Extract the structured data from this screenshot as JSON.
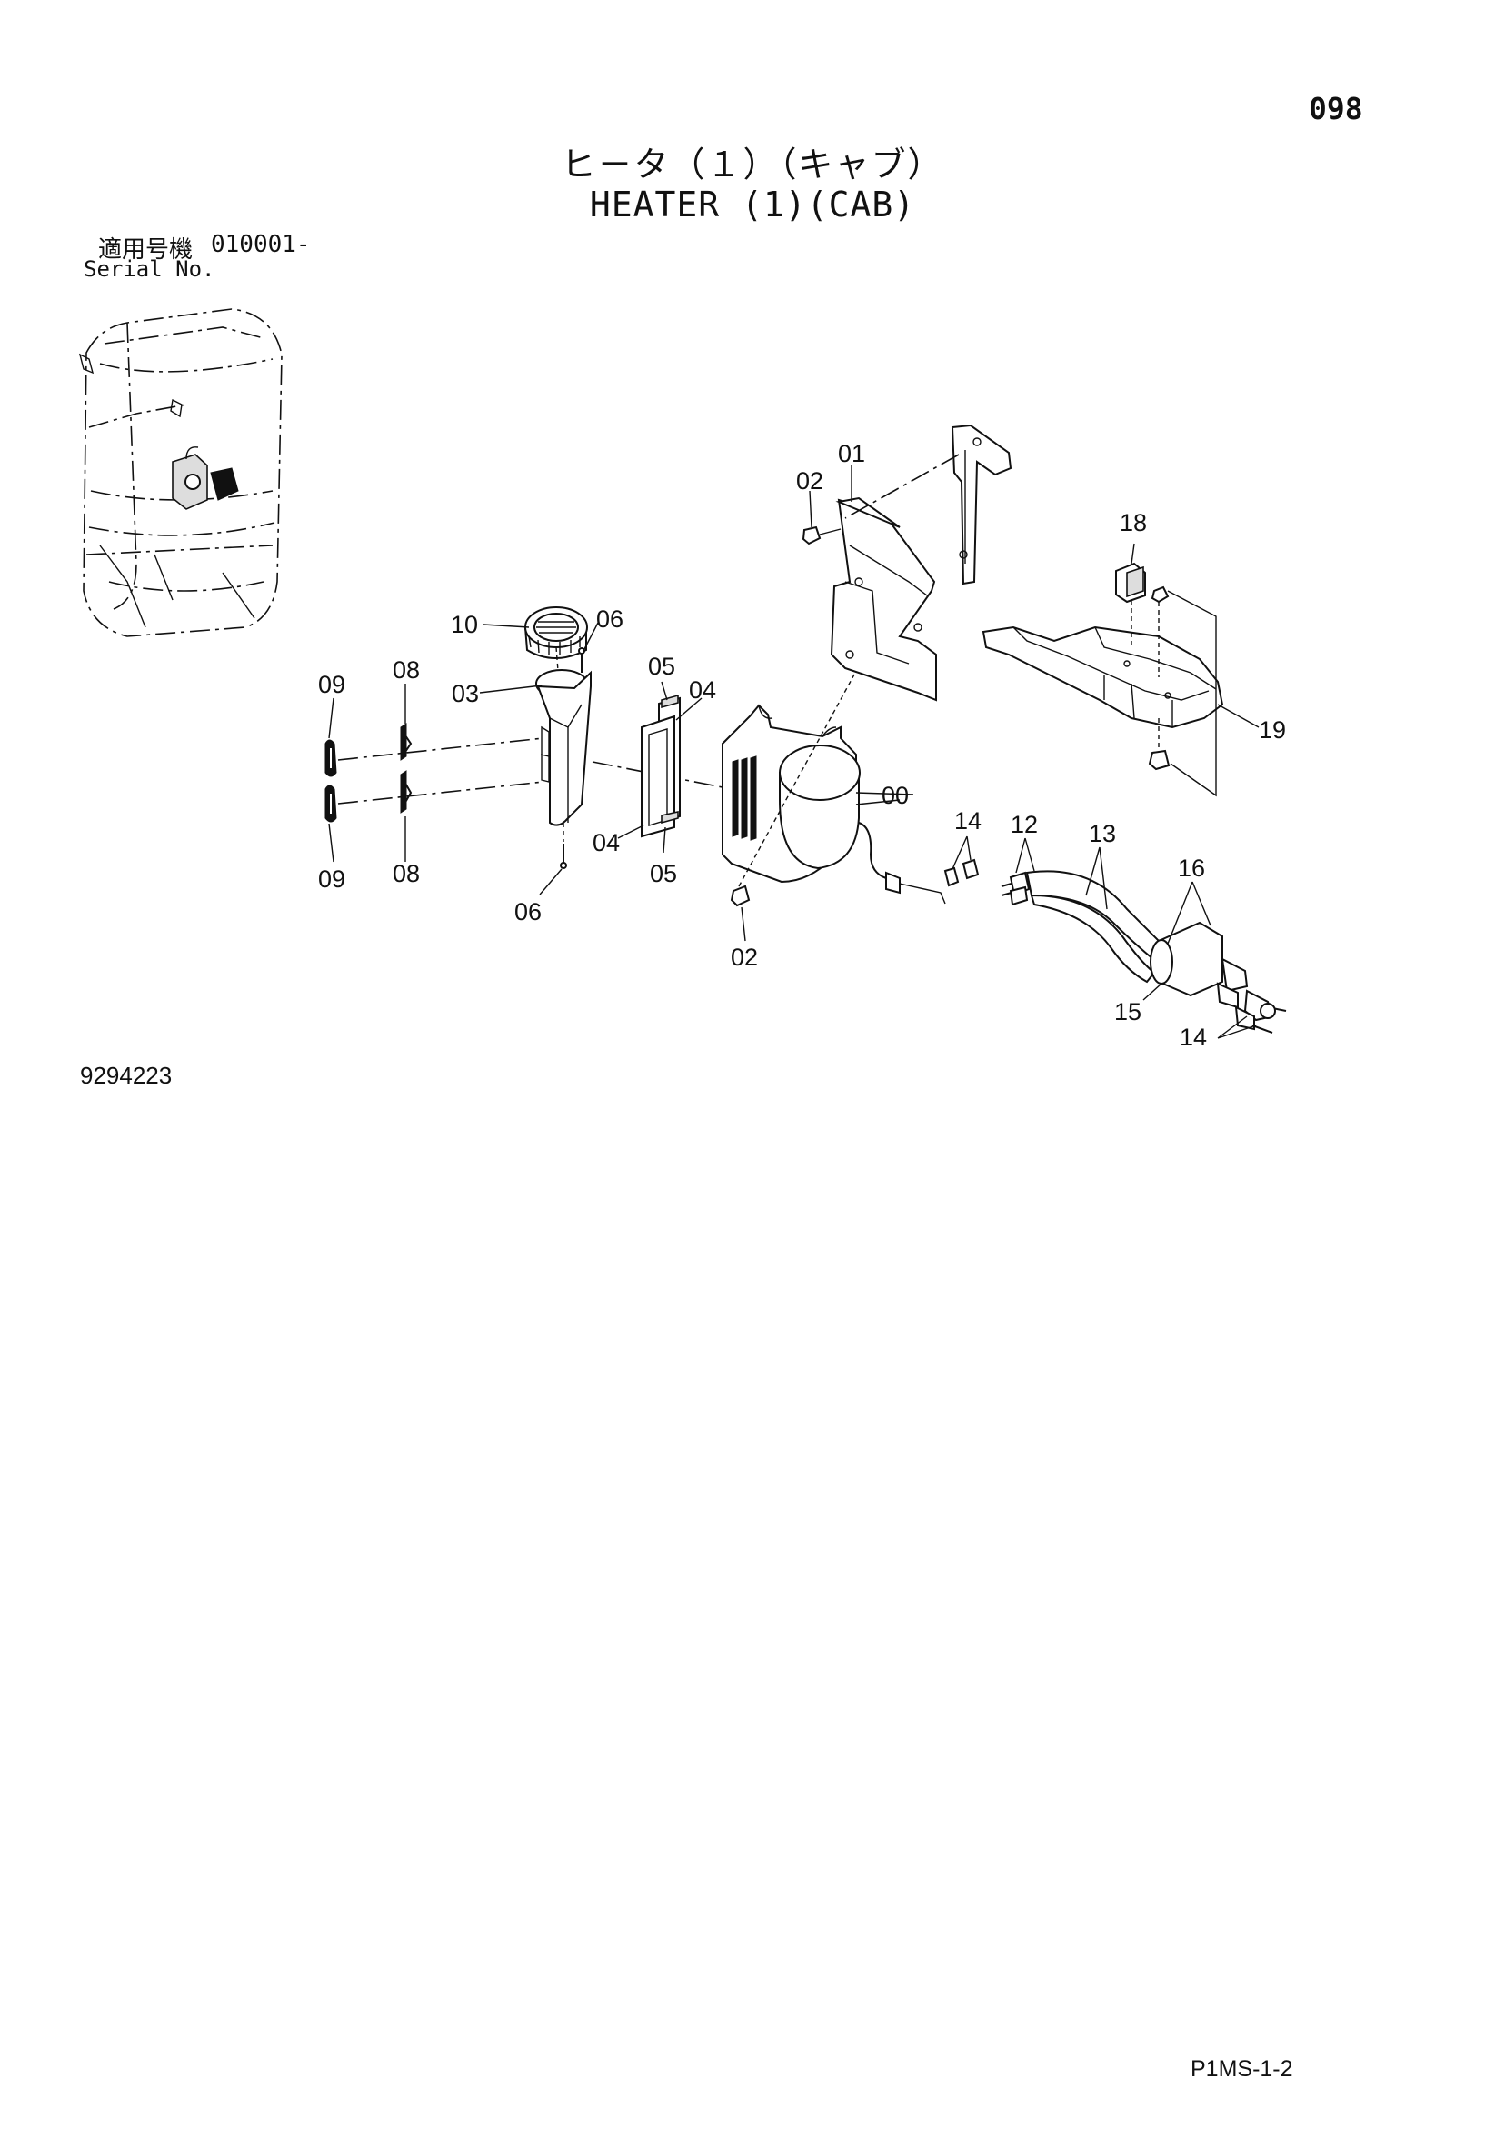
{
  "header": {
    "page_number": "098",
    "title_jp": "ヒ－タ（１）（キャブ）",
    "title_en": "HEATER (1)(CAB)"
  },
  "serial": {
    "label_jp": "適用号機",
    "value": "010001-",
    "label_en": "Serial No."
  },
  "diagram": {
    "callouts": {
      "c00": "00",
      "c01": "01",
      "c02a": "02",
      "c02b": "02",
      "c03": "03",
      "c04a": "04",
      "c04b": "04",
      "c05a": "05",
      "c05b": "05",
      "c06a": "06",
      "c06b": "06",
      "c08a": "08",
      "c08b": "08",
      "c09a": "09",
      "c09b": "09",
      "c10": "10",
      "c12": "12",
      "c13": "13",
      "c14a": "14",
      "c14b": "14",
      "c15": "15",
      "c16": "16",
      "c18": "18",
      "c19": "19"
    }
  },
  "footer": {
    "drawing_number": "9294223",
    "code": "P1MS-1-2"
  }
}
